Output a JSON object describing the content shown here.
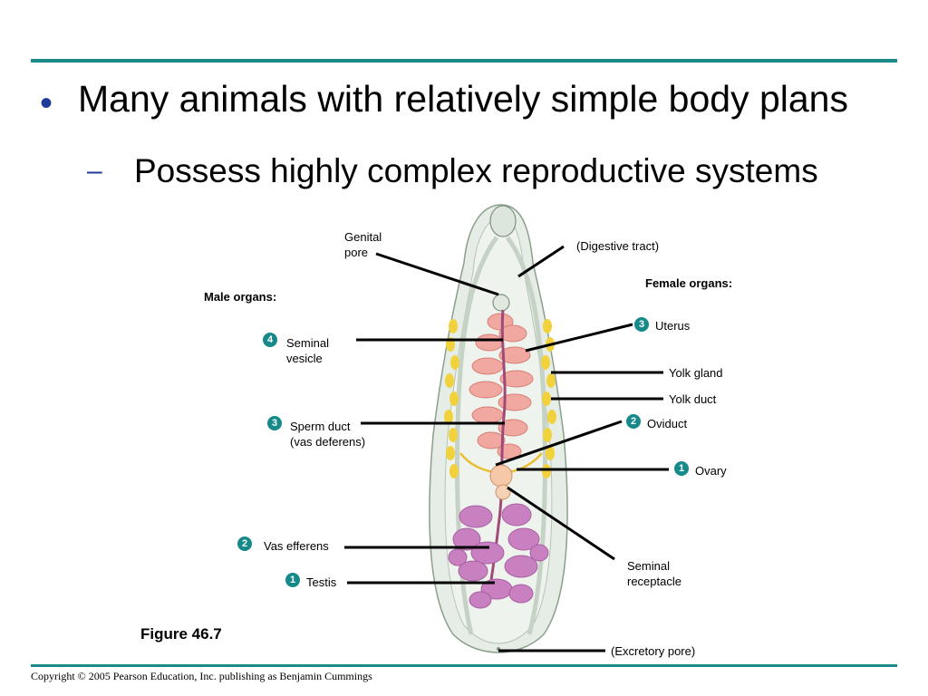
{
  "slide": {
    "bullet_glyph": "•",
    "heading": "Many animals with relatively simple body plans",
    "dash_glyph": "–",
    "subheading": "Possess highly complex reproductive systems"
  },
  "diagram": {
    "labels": {
      "genital_pore": [
        "Genital",
        "pore"
      ],
      "digestive_tract": "(Digestive tract)",
      "female_organs": "Female organs:",
      "male_organs": "Male organs:",
      "uterus": "Uterus",
      "seminal_vesicle": [
        "Seminal",
        "vesicle"
      ],
      "yolk_gland": "Yolk gland",
      "yolk_duct": "Yolk duct",
      "sperm_duct": [
        "Sperm duct",
        "(vas deferens)"
      ],
      "oviduct": "Oviduct",
      "ovary": "Ovary",
      "vas_efferens": "Vas efferens",
      "seminal_receptacle": [
        "Seminal",
        "receptacle"
      ],
      "testis": "Testis",
      "excretory_pore": "(Excretory pore)"
    },
    "badges": {
      "uterus": "3",
      "seminal_vesicle": "4",
      "sperm_duct": "3",
      "oviduct": "2",
      "ovary": "1",
      "vas_efferens": "2",
      "testis": "1"
    },
    "colors": {
      "badge": "#168a8a",
      "body": "#e6ece6",
      "uterus": "#f0a8a0",
      "testis": "#c880c0",
      "yolk": "#f2d23c"
    }
  },
  "figure_caption": "Figure 46.7",
  "footer": {
    "copyright": "Copyright © 2005 Pearson Education, Inc. publishing as Benjamin Cummings"
  }
}
